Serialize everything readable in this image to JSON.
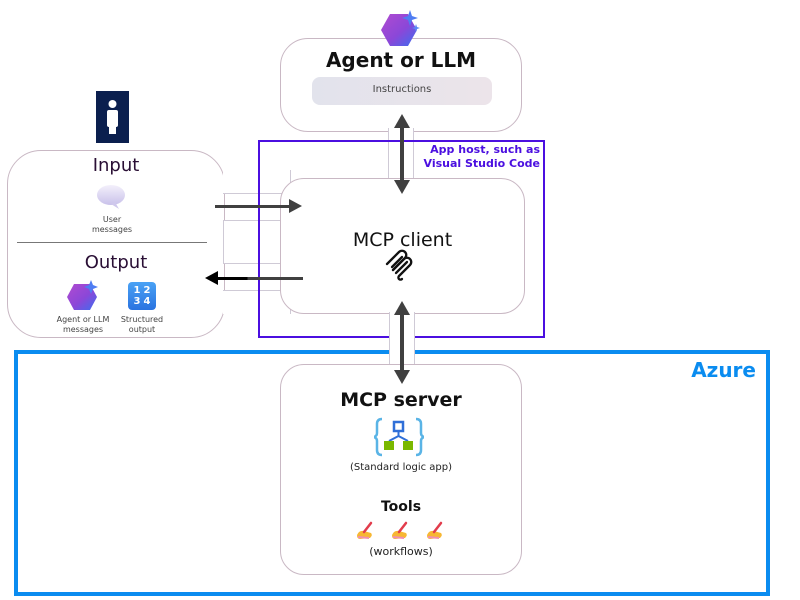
{
  "agent": {
    "title": "Agent or LLM",
    "instructions_label": "Instructions",
    "icon": "copilot-hexagon-icon"
  },
  "app_host": {
    "label_line1": "App host, such as",
    "label_line2": "Visual Studio Code",
    "color": "#4B0FE0"
  },
  "mcp_client": {
    "title": "MCP client",
    "icon": "mcp-logo-icon"
  },
  "user": {
    "icon": "person-icon",
    "icon_bg": "#0B1F4E"
  },
  "input_output": {
    "input_title": "Input",
    "input_items": [
      {
        "icon": "speech-bubble-icon",
        "label_line1": "User",
        "label_line2": "messages"
      }
    ],
    "output_title": "Output",
    "output_items": [
      {
        "icon": "copilot-hexagon-icon",
        "label_line1": "Agent or LLM",
        "label_line2": "messages"
      },
      {
        "icon": "numbers-1234-icon",
        "label_line1": "Structured",
        "label_line2": "output",
        "digits": [
          "1",
          "2",
          "3",
          "4"
        ]
      }
    ]
  },
  "azure": {
    "label": "Azure",
    "color": "#0A8CF0"
  },
  "mcp_server": {
    "title": "MCP server",
    "icon": "logic-app-icon",
    "subtitle": "(Standard logic app)",
    "tools_title": "Tools",
    "tools_icon": "writing-hand-icon",
    "tools_count": 3,
    "tools_caption": "(workflows)"
  }
}
